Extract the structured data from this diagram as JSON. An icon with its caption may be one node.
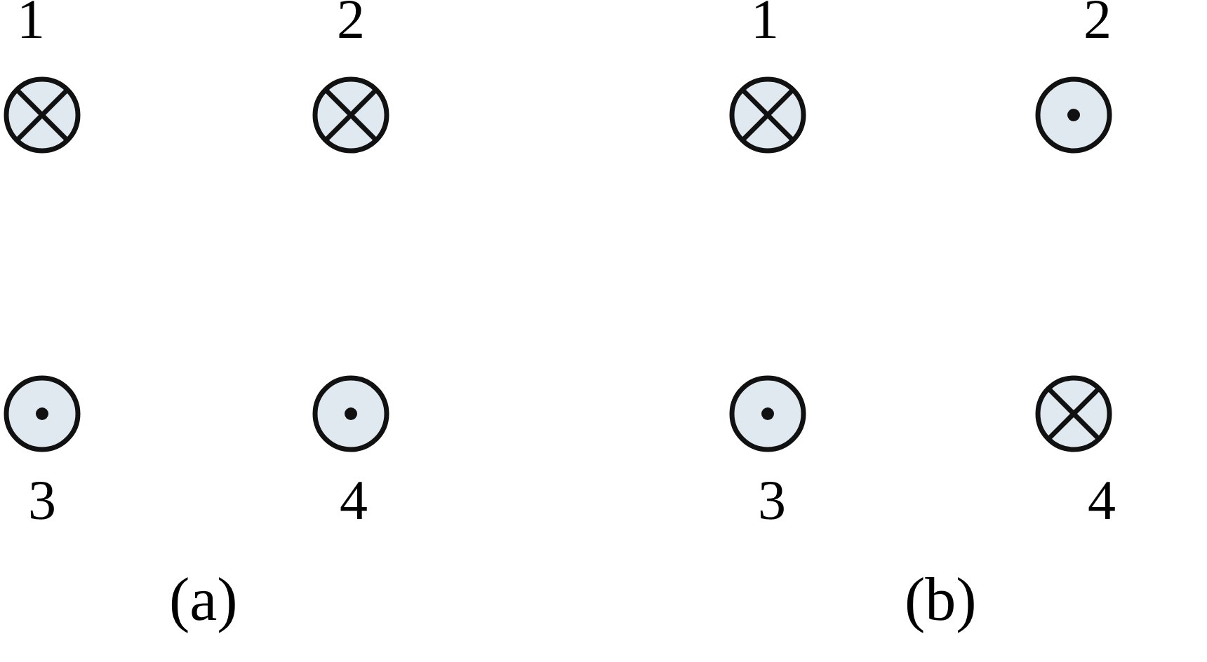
{
  "diagram": {
    "nodes": [
      {
        "text": [],
        "shape": "cross",
        "beside": [
          "1"
        ]
      },
      {
        "text": [],
        "shape": "cross",
        "beside": [
          "2"
        ]
      },
      {
        "text": [],
        "shape": "dot",
        "beside": [
          "3"
        ]
      },
      {
        "text": [],
        "shape": "dot",
        "beside": [
          "4"
        ]
      },
      {
        "text": [],
        "shape": "cross",
        "beside": [
          "1"
        ]
      },
      {
        "text": [],
        "shape": "dot",
        "beside": [
          "2"
        ]
      },
      {
        "text": [],
        "shape": "dot",
        "beside": [
          "3"
        ]
      },
      {
        "text": [],
        "shape": "cross",
        "beside": [
          "4"
        ]
      }
    ],
    "labels": [
      "(a)",
      "(b)"
    ]
  }
}
